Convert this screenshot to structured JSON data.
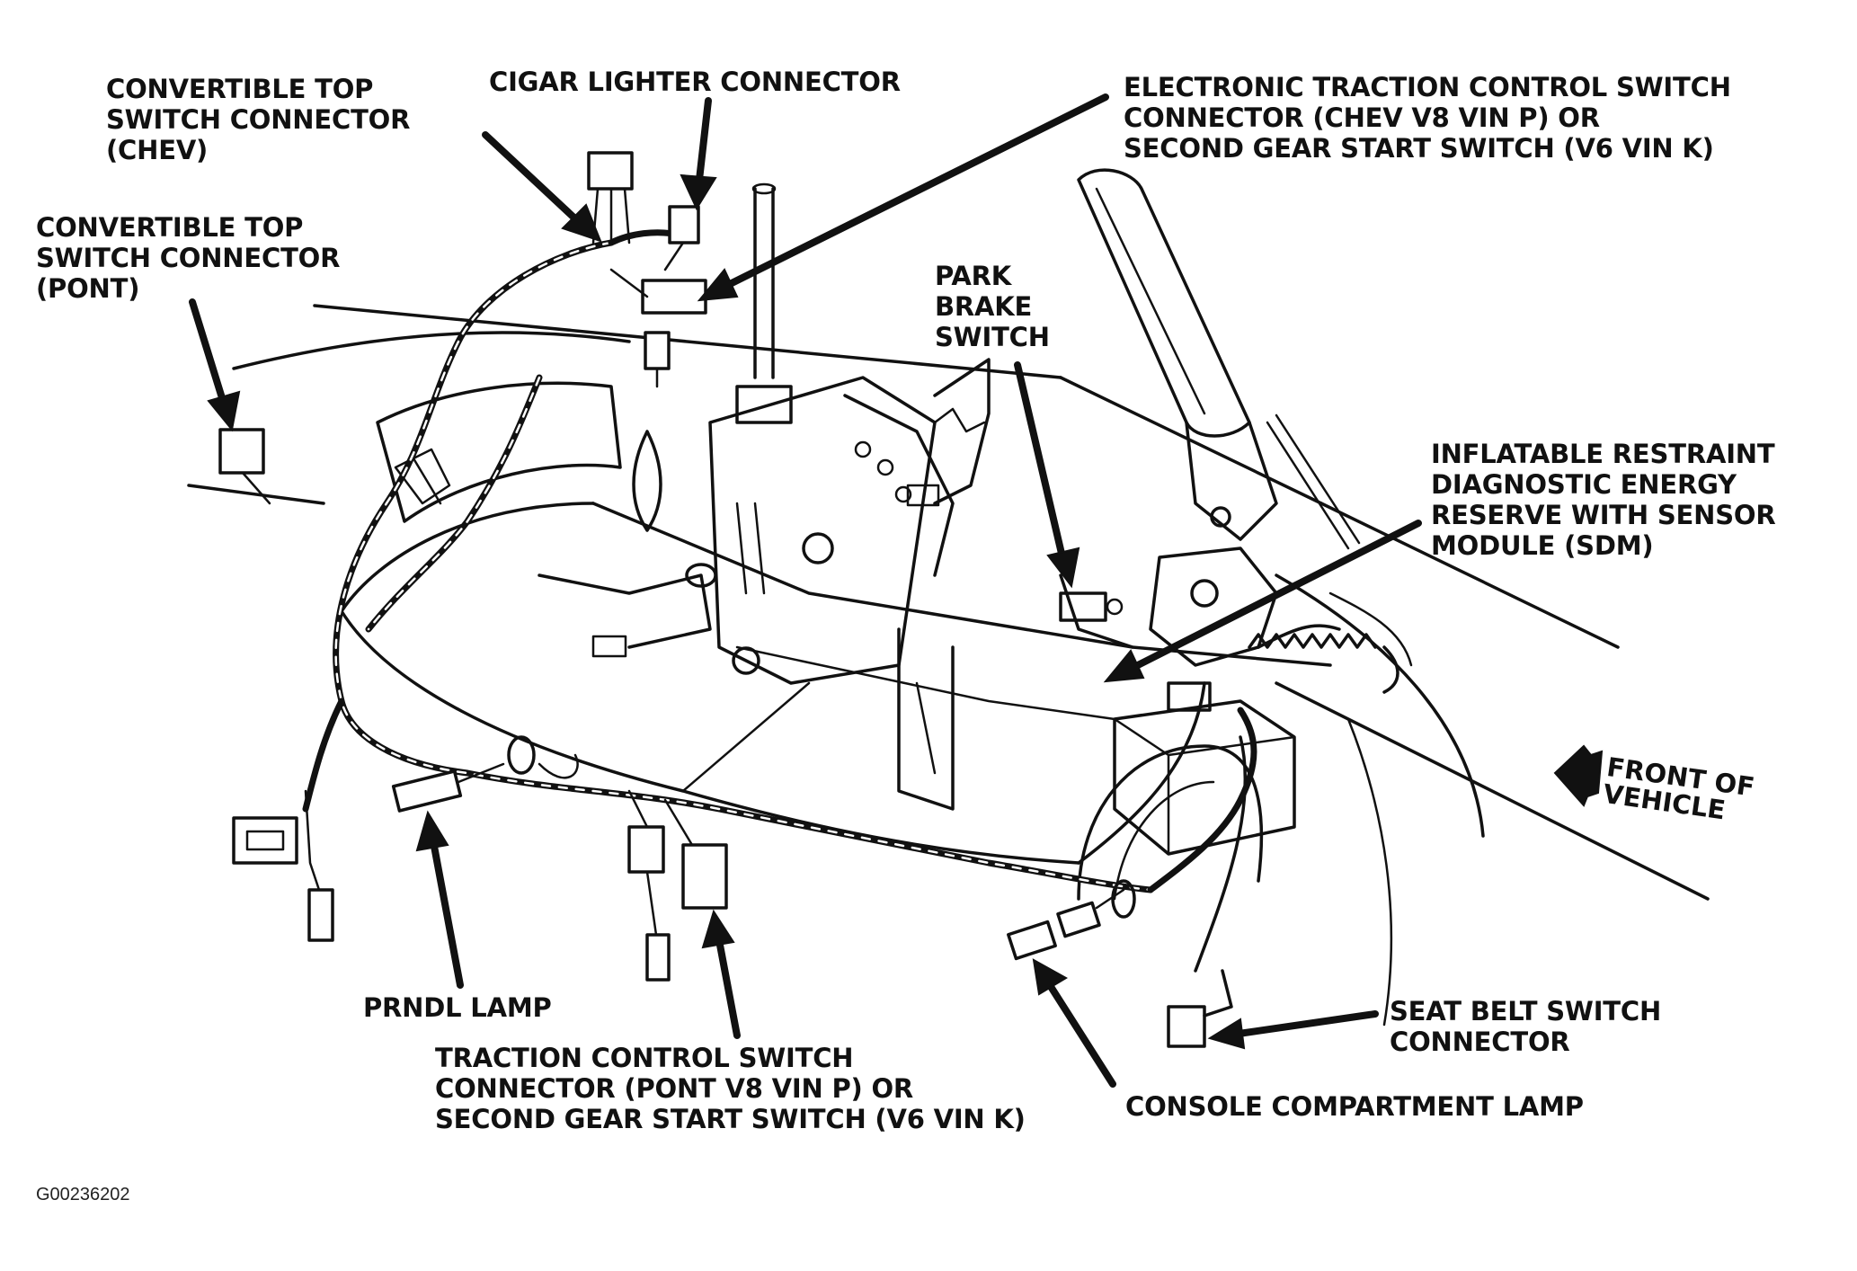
{
  "figure_id": "G00236202",
  "colors": {
    "ink": "#111111",
    "paper": "#ffffff"
  },
  "callouts": {
    "convertible_top_chev": [
      "CONVERTIBLE TOP",
      "SWITCH CONNECTOR",
      "(CHEV)"
    ],
    "convertible_top_pont": [
      "CONVERTIBLE TOP",
      "SWITCH CONNECTOR",
      "(PONT)"
    ],
    "cigar_lighter": [
      "CIGAR LIGHTER CONNECTOR"
    ],
    "electronic_traction_control": [
      "ELECTRONIC TRACTION CONTROL SWITCH",
      "CONNECTOR (CHEV V8 VIN P) OR",
      "SECOND GEAR START SWITCH (V6 VIN K)"
    ],
    "park_brake": [
      "PARK",
      "BRAKE",
      "SWITCH"
    ],
    "inflatable_restraint": [
      "INFLATABLE RESTRAINT",
      "DIAGNOSTIC ENERGY",
      "RESERVE WITH SENSOR",
      "MODULE (SDM)"
    ],
    "front_of_vehicle": [
      "FRONT OF",
      "VEHICLE"
    ],
    "prndl_lamp": [
      "PRNDL LAMP"
    ],
    "traction_control_pont": [
      "TRACTION CONTROL SWITCH",
      "CONNECTOR (PONT V8 VIN P) OR",
      "SECOND GEAR START SWITCH (V6 VIN K)"
    ],
    "console_compartment_lamp": [
      "CONSOLE COMPARTMENT LAMP"
    ],
    "seat_belt_switch": [
      "SEAT BELT SWITCH",
      "CONNECTOR"
    ]
  }
}
